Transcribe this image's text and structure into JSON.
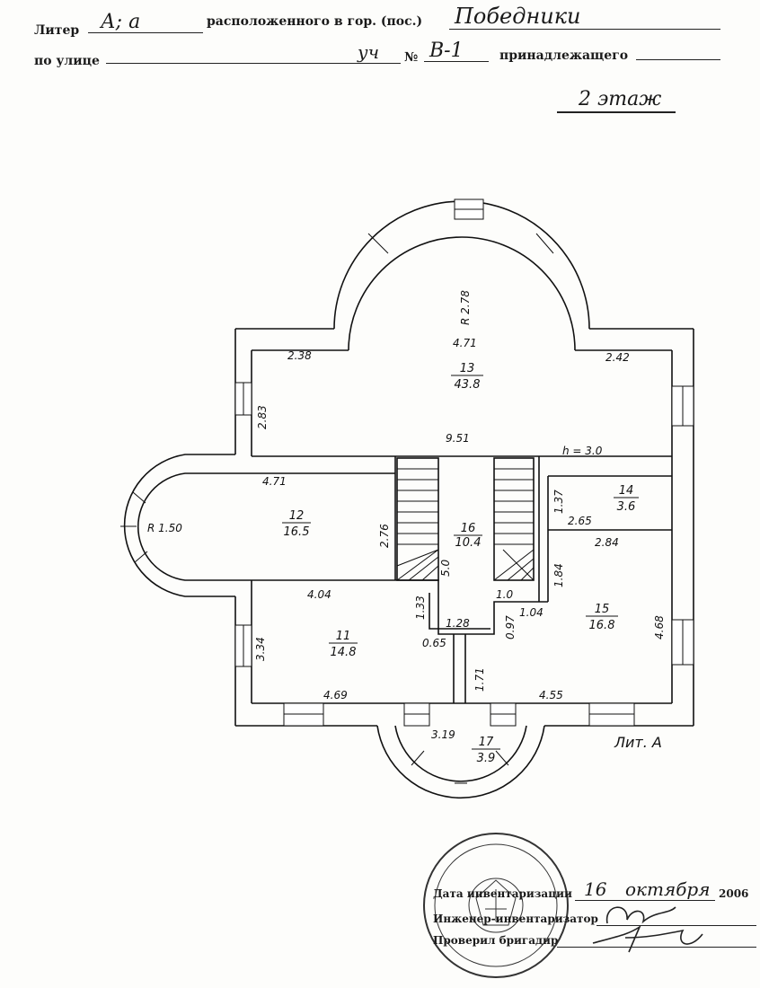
{
  "header": {
    "liter_label": "Литер",
    "liter_value": "А; а",
    "located_label": "расположенного в гор. (пос.)",
    "locality_value": "Победники",
    "street_label": "по улице",
    "plot_prefix": "уч",
    "number_label": "№",
    "number_value": "В-1",
    "belongs_label": "принадлежащего"
  },
  "floor_label": "2 этаж",
  "rooms": [
    {
      "num": "13",
      "area": "43.8"
    },
    {
      "num": "12",
      "area": "16.5"
    },
    {
      "num": "16",
      "area": "10.4"
    },
    {
      "num": "14",
      "area": "3.6"
    },
    {
      "num": "15",
      "area": "16.8"
    },
    {
      "num": "11",
      "area": "14.8"
    },
    {
      "num": "17",
      "area": "3.9"
    }
  ],
  "dimensions": {
    "r_top": "R 2.78",
    "d471_top": "4.71",
    "d238": "2.38",
    "d242": "2.42",
    "d283": "2.83",
    "d951": "9.51",
    "h30": "h = 3.0",
    "d471_left": "4.71",
    "r_left": "R 1.50",
    "d276": "2.76",
    "d137": "1.37",
    "d265": "2.65",
    "d284": "2.84",
    "d50": "5.0",
    "d184": "1.84",
    "d404": "4.04",
    "d133": "1.33",
    "d10": "1.0",
    "d128": "1.28",
    "d097": "0.97",
    "d104": "1.04",
    "d468": "4.68",
    "d334": "3.34",
    "d065": "0.65",
    "d171": "1.71",
    "d469": "4.69",
    "d455": "4.55",
    "d319": "3.19"
  },
  "lit_label": "Лит. А",
  "footer": {
    "date_label": "Дата инвентаризации",
    "date_day": "16",
    "date_month": "октября",
    "date_year": "2006",
    "engineer_label": "Инженер-инвентаризатор",
    "checked_label": "Проверил бригадир"
  }
}
